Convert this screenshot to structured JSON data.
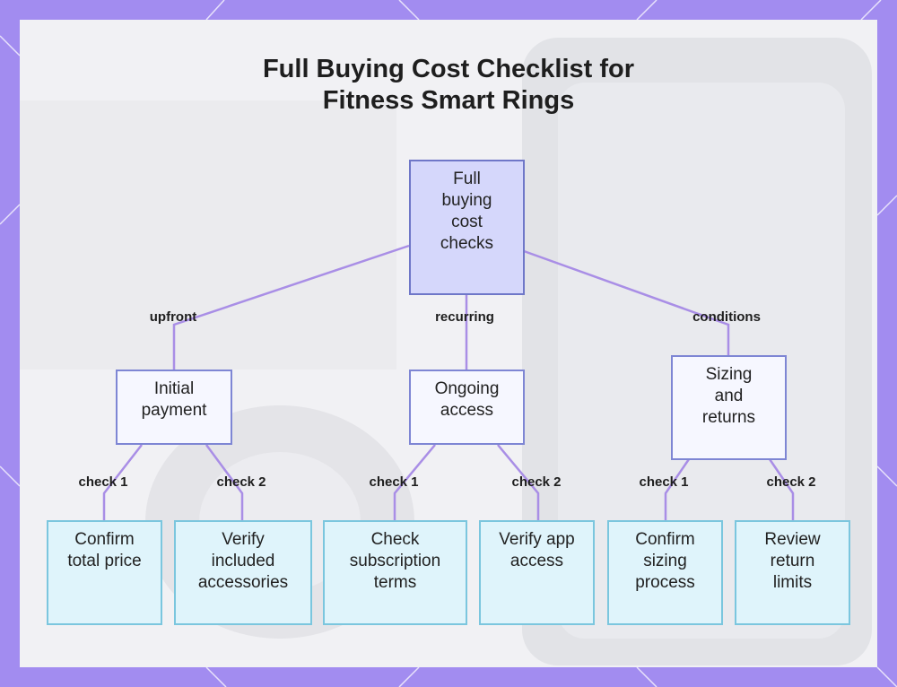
{
  "title_line1": "Full Buying Cost Checklist for",
  "title_line2": "Fitness Smart Rings",
  "colors": {
    "frame": "#a28cf0",
    "connector": "#a98ee6",
    "root_fill": "#d5d7fb",
    "mid_fill": "#f6f7ff",
    "leaf_fill": "#dff4fb"
  },
  "root": {
    "label": "Full\nbuying\ncost\nchecks"
  },
  "branches": [
    {
      "edge_label": "upfront",
      "node": "Initial\npayment",
      "checks": [
        {
          "edge_label": "check 1",
          "leaf": "Confirm\ntotal price"
        },
        {
          "edge_label": "check 2",
          "leaf": "Verify\nincluded\naccessories"
        }
      ]
    },
    {
      "edge_label": "recurring",
      "node": "Ongoing\naccess",
      "checks": [
        {
          "edge_label": "check 1",
          "leaf": "Check\nsubscription\nterms"
        },
        {
          "edge_label": "check 2",
          "leaf": "Verify app\naccess"
        }
      ]
    },
    {
      "edge_label": "conditions",
      "node": "Sizing\nand\nreturns",
      "checks": [
        {
          "edge_label": "check 1",
          "leaf": "Confirm\nsizing\nprocess"
        },
        {
          "edge_label": "check 2",
          "leaf": "Review\nreturn\nlimits"
        }
      ]
    }
  ]
}
